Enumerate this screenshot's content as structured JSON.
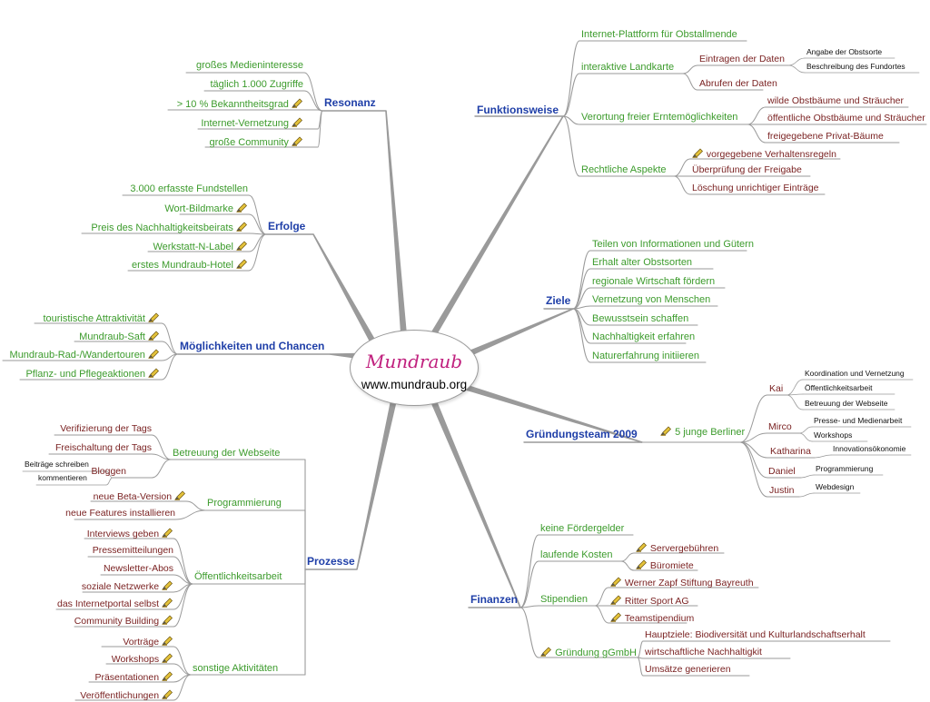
{
  "center": {
    "title": "Mundraub",
    "url": "www.mundraub.org"
  },
  "branches": {
    "resonanz": "Resonanz",
    "erfolge": "Erfolge",
    "moeglichkeiten": "Möglichkeiten und Chancen",
    "prozesse": "Prozesse",
    "funktionsweise": "Funktionsweise",
    "ziele": "Ziele",
    "gruendungsteam": "Gründungsteam 2009",
    "finanzen": "Finanzen"
  },
  "resonanz": [
    "großes Medieninteresse",
    "täglich 1.000 Zugriffe",
    "> 10 % Bekanntheitsgrad",
    "Internet-Vernetzung",
    "große Community"
  ],
  "erfolge": [
    "3.000 erfasste Fundstellen",
    "Wort-Bildmarke",
    "Preis des Nachhaltigkeitsbeirats",
    "Werkstatt-N-Label",
    "erstes Mundraub-Hotel"
  ],
  "moeglichkeiten": [
    "touristische Attraktivität",
    "Mundraub-Saft",
    "Mundraub-Rad-/Wandertouren",
    "Pflanz- und Pflegeaktionen"
  ],
  "prozesse": {
    "betreuung": "Betreuung der Webseite",
    "betreuung_items": [
      "Verifizierung der Tags",
      "Freischaltung der Tags",
      "Bloggen"
    ],
    "bloggen_items": [
      "Beiträge schreiben",
      "kommentieren"
    ],
    "programmierung": "Programmierung",
    "programmierung_items": [
      "neue Beta-Version",
      "neue Features installieren"
    ],
    "oeffentlichkeit": "Öffentlichkeitsarbeit",
    "oeffentlichkeit_items": [
      "Interviews geben",
      "Pressemitteilungen",
      "Newsletter-Abos",
      "soziale Netzwerke",
      "das Internetportal selbst",
      "Community Building"
    ],
    "sonstige": "sonstige Aktivitäten",
    "sonstige_items": [
      "Vorträge",
      "Workshops",
      "Präsentationen",
      "Veröffentlichungen"
    ]
  },
  "funktionsweise": {
    "plattform": "Internet-Plattform für Obstallmende",
    "landkarte": "interaktive Landkarte",
    "eintragen": "Eintragen der Daten",
    "eintragen_items": [
      "Angabe der Obstsorte",
      "Beschreibung des Fundortes"
    ],
    "abrufen": "Abrufen der Daten",
    "verortung": "Verortung freier Erntemöglichkeiten",
    "verortung_items": [
      "wilde Obstbäume und Sträucher",
      "öffentliche Obstbäume und Sträucher",
      "freigegebene Privat-Bäume"
    ],
    "rechtlich": "Rechtliche Aspekte",
    "rechtlich_items": [
      "vorgegebene Verhaltensregeln",
      "Überprüfung der Freigabe",
      "Löschung unrichtiger Einträge"
    ]
  },
  "ziele": [
    "Teilen von Informationen und Gütern",
    "Erhalt alter Obstsorten",
    "regionale Wirtschaft fördern",
    "Vernetzung von Menschen",
    "Bewusstsein schaffen",
    "Nachhaltigkeit erfahren",
    "Naturerfahrung initiieren"
  ],
  "gruendungsteam": {
    "berliner": "5 junge Berliner",
    "kai": "Kai",
    "kai_items": [
      "Koordination und Vernetzung",
      "Öffentlichkeitsarbeit",
      "Betreuung der Webseite"
    ],
    "mirco": "Mirco",
    "mirco_items": [
      "Presse- und Medienarbeit",
      "Workshops"
    ],
    "katharina": "Katharina",
    "katharina_items": [
      "Innovationsökonomie"
    ],
    "daniel": "Daniel",
    "daniel_items": [
      "Programmierung"
    ],
    "justin": "Justin",
    "justin_items": [
      "Webdesign"
    ]
  },
  "finanzen": {
    "keine": "keine Fördergelder",
    "laufende": "laufende Kosten",
    "laufende_items": [
      "Servergebühren",
      "Büromiete"
    ],
    "stipendien": "Stipendien",
    "stipendien_items": [
      "Werner Zapf Stiftung Bayreuth",
      "Ritter Sport AG",
      "Teamstipendium"
    ],
    "gruendung": "Gründung gGmbH",
    "gruendung_items": [
      "Hauptziele: Biodiversität und Kulturlandschaftserhalt",
      "wirtschaftliche Nachhaltigkit",
      "Umsätze generieren"
    ]
  },
  "colors": {
    "branch": "#1f3fa8",
    "level1": "#3c9b2c",
    "level2": "#7a2222",
    "level3": "#111111",
    "center_title": "#c0207e",
    "line": "#9a9a9a"
  },
  "icons": {
    "marker": "pencil-icon"
  }
}
